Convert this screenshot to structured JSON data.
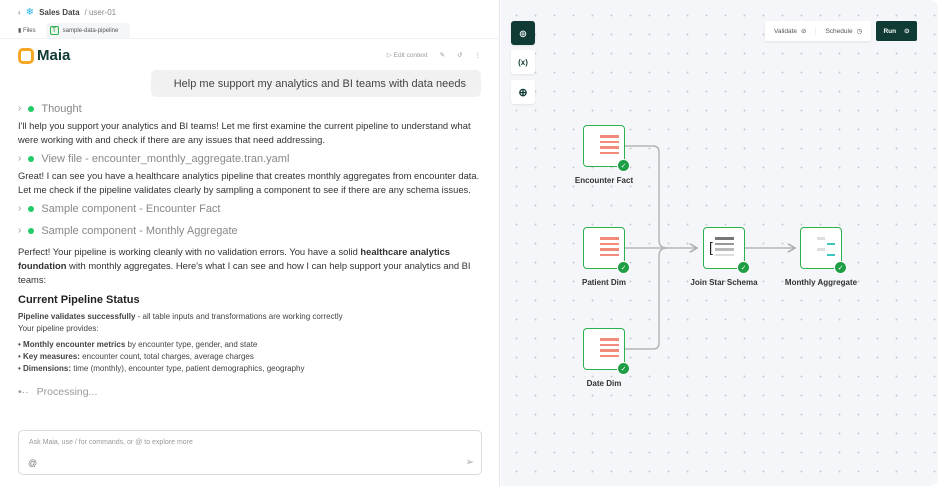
{
  "header": {
    "back_icon": "chevron-left-icon",
    "project": "Sales Data",
    "user": "/ user-01",
    "files_label": "Files",
    "tab": "sample-data-pipeline",
    "tab_icon": "T"
  },
  "assistant": {
    "name": "Maia",
    "edit_context": "Edit context"
  },
  "chat": {
    "user_message": "Help me support my analytics and BI teams with data needs",
    "step_thought": "Thought",
    "para1": "I'll help you support your analytics and BI teams! Let me first examine the current pipeline to understand what were working with and check if there are any issues that need addressing.",
    "step_view": "View file - encounter_monthly_aggregate.tran.yaml",
    "para2": "Great! I can see you have a healthcare analytics pipeline that creates monthly aggregates from encounter data. Let me check if the pipeline validates clearly by sampling a component to see if there are any schema issues.",
    "step_sample1": "Sample component - Encounter Fact",
    "step_sample2": "Sample component - Monthly Aggregate",
    "para3_a": "Perfect! Your pipeline is working cleanly with no validation errors. You have a solid ",
    "para3_b": "healthcare analytics foundation",
    "para3_c": " with monthly aggregates. Here's what I can see and how I can help support your analytics and BI teams:",
    "heading": "Current Pipeline Status",
    "status_bold": "Pipeline validates successfully",
    "status_rest": " - all table inputs and transformations are working correctly",
    "provides": "Your pipeline provides:",
    "bullets": [
      {
        "bold": "Monthly encounter metrics",
        "rest": " by encounter type, gender, and state"
      },
      {
        "bold": "Key measures:",
        "rest": " encounter count, total charges, average charges"
      },
      {
        "bold": "Dimensions:",
        "rest": " time (monthly), encounter type, patient demographics, geography"
      }
    ],
    "processing": "Processing...",
    "input_placeholder": "Ask Maia, use / for commands, or @ to explore more",
    "at_symbol": "@"
  },
  "canvas": {
    "tools": [
      "maia-icon",
      "(x)",
      "add-icon"
    ],
    "variables_label": "(x)",
    "validate": "Validate",
    "schedule": "Schedule",
    "run": "Run",
    "accent": "#0f3b34",
    "success": "#2bb24c",
    "nodes": [
      {
        "label": "Encounter Fact",
        "type": "table-input",
        "status": "success"
      },
      {
        "label": "Patient Dim",
        "type": "table-input",
        "status": "success"
      },
      {
        "label": "Date Dim",
        "type": "table-input",
        "status": "success"
      },
      {
        "label": "Join Star Schema",
        "type": "join",
        "status": "success"
      },
      {
        "label": "Monthly Aggregate",
        "type": "aggregate",
        "status": "success"
      }
    ]
  }
}
